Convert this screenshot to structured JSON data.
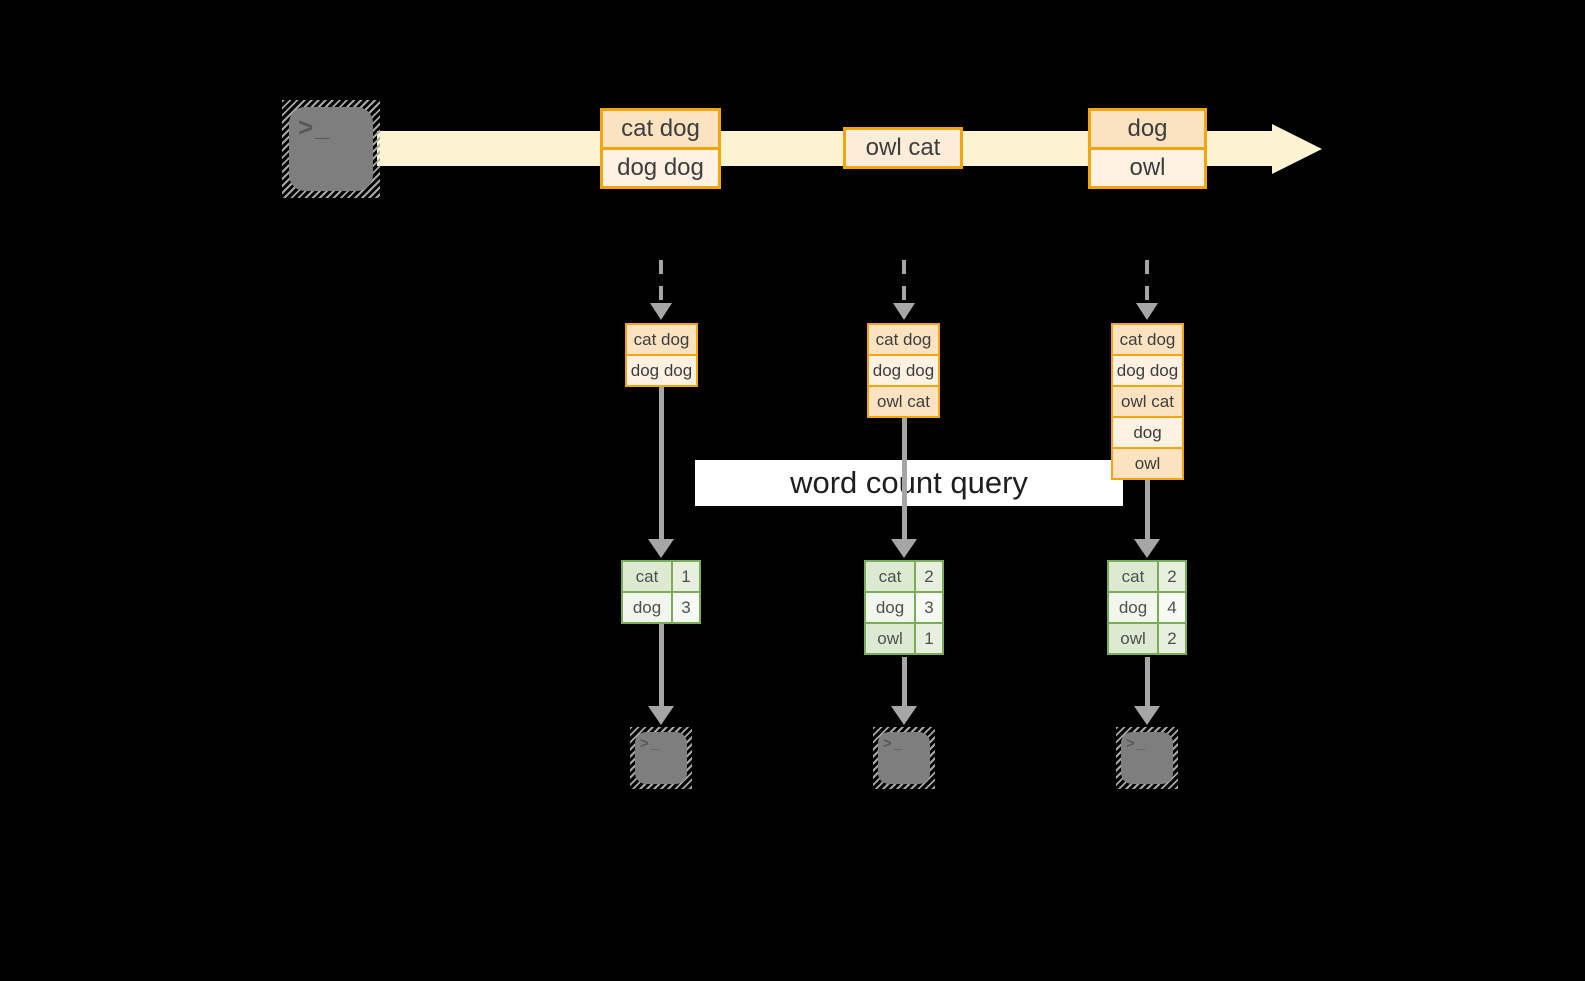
{
  "query_box": {
    "label": "word count query"
  },
  "icons": {
    "terminal_prompt": ">_"
  },
  "colors": {
    "gold": "#f2a60e",
    "peach-dark": "#fbe2c1",
    "peach-light": "#fdf2e2",
    "peach-mid": "#fcecd8",
    "band": "#fbf3d2",
    "green": "#7aac59",
    "green-dark": "#dcead2",
    "green-light": "#f1f7ed",
    "green-num-dark": "#e7f0de",
    "green-num-light": "#f7faf3",
    "arrow-gray": "#a6a6a6",
    "terminal-gray": "#7e7e7e",
    "hatch-gray": "#a8a8a8",
    "glyph-gray": "#585858",
    "text-dark": "#3d3d3d",
    "query-text": "#1e1e1e"
  },
  "stream": {
    "events": [
      {
        "rows": [
          "cat dog",
          "dog dog"
        ]
      },
      {
        "rows": [
          "owl cat"
        ]
      },
      {
        "rows": [
          "dog",
          "owl"
        ]
      }
    ]
  },
  "pipelines": [
    {
      "buffer": [
        "cat dog",
        "dog dog"
      ],
      "counts": [
        {
          "word": "cat",
          "count": "1"
        },
        {
          "word": "dog",
          "count": "3"
        }
      ]
    },
    {
      "buffer": [
        "cat dog",
        "dog dog",
        "owl cat"
      ],
      "counts": [
        {
          "word": "cat",
          "count": "2"
        },
        {
          "word": "dog",
          "count": "3"
        },
        {
          "word": "owl",
          "count": "1"
        }
      ]
    },
    {
      "buffer": [
        "cat dog",
        "dog dog",
        "owl cat",
        "dog",
        "owl"
      ],
      "counts": [
        {
          "word": "cat",
          "count": "2"
        },
        {
          "word": "dog",
          "count": "4"
        },
        {
          "word": "owl",
          "count": "2"
        }
      ]
    }
  ]
}
